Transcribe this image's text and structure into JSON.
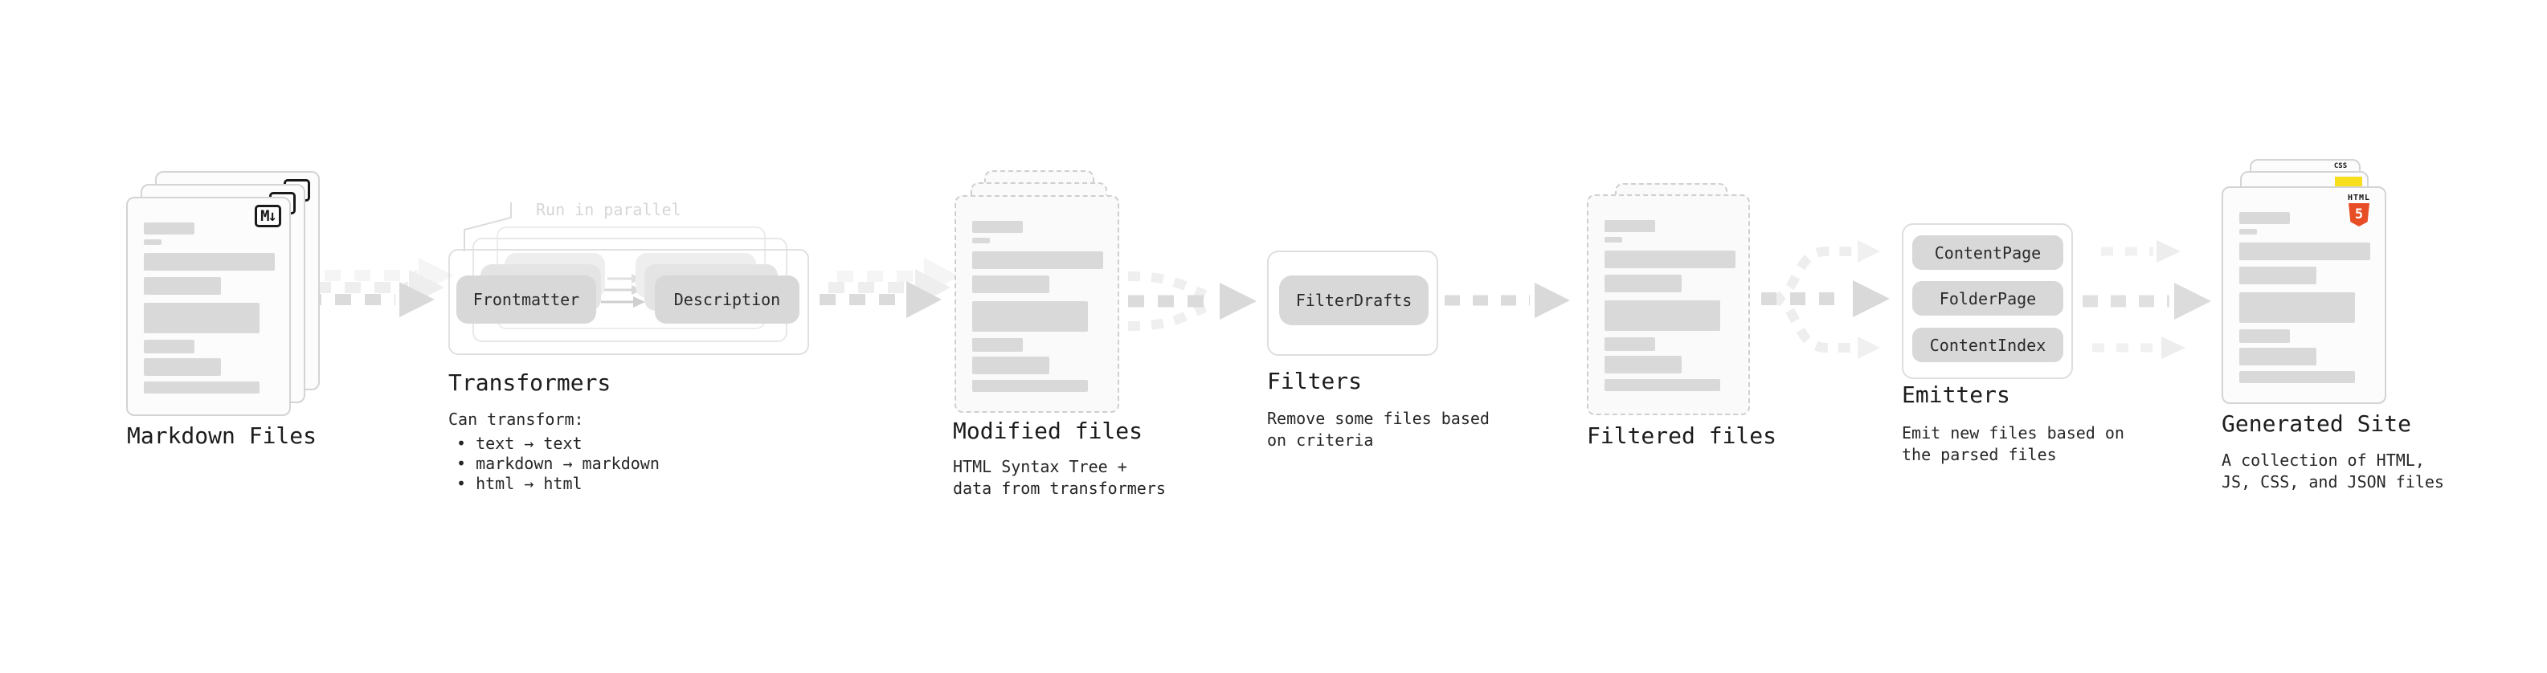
{
  "diagram": {
    "markdown": {
      "label": "Markdown Files",
      "badge": "M↓"
    },
    "transformers": {
      "note": "Run in parallel",
      "left_button": "Frontmatter",
      "right_button": "Description",
      "label": "Transformers",
      "desc_title": "Can transform:",
      "bullets": [
        "• text → text",
        "• markdown → markdown",
        "• html → html"
      ]
    },
    "modified": {
      "label": "Modified files",
      "desc": [
        "HTML Syntax Tree +",
        "data from transformers"
      ]
    },
    "filters": {
      "button": "FilterDrafts",
      "label": "Filters",
      "desc": [
        "Remove some files based",
        "on criteria"
      ]
    },
    "filtered": {
      "label": "Filtered files"
    },
    "emitters": {
      "buttons": [
        "ContentPage",
        "FolderPage",
        "ContentIndex"
      ],
      "label": "Emitters",
      "desc": [
        "Emit new files based on",
        "the parsed files"
      ]
    },
    "generated": {
      "label": "Generated Site",
      "desc": [
        "A collection of HTML,",
        "JS, CSS, and JSON files"
      ],
      "css_badge": "CSS",
      "html_badge": "HTML",
      "html_number": "5"
    }
  },
  "colors": {
    "html5_orange": "#e84e25",
    "js_yellow": "#f7df1e",
    "css_blue": "#2d6ff5",
    "bar_gray": "#d9d9d9",
    "arrow_gray": "#d9d9d9",
    "text_dark": "#1c1c1c"
  }
}
